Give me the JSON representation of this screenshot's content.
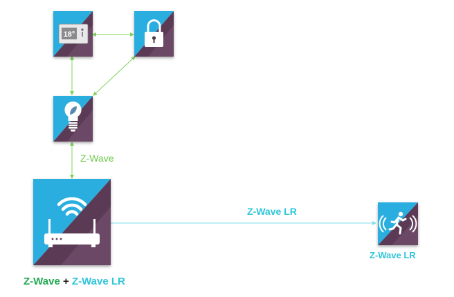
{
  "labels": {
    "zwave_link": "Z-Wave",
    "zwave_lr_link": "Z-Wave LR",
    "sensor_label": "Z-Wave LR",
    "hub_label_zwave": "Z-Wave",
    "hub_label_plus": " + ",
    "hub_label_lr": "Z-Wave LR"
  },
  "thermostat": {
    "reading": "18°"
  },
  "colors": {
    "zwave_green": "#1fa84f",
    "zwave_lr_cyan": "#2ec5da",
    "link_green": "#7fd35c",
    "link_cyan": "#7fdde8",
    "tile_blue": "#2aaee0",
    "tile_purple": "#5a3a55"
  },
  "icons": [
    "thermostat-icon",
    "padlock-icon",
    "lightbulb-icon",
    "wifi-router-icon",
    "motion-sensor-icon"
  ]
}
